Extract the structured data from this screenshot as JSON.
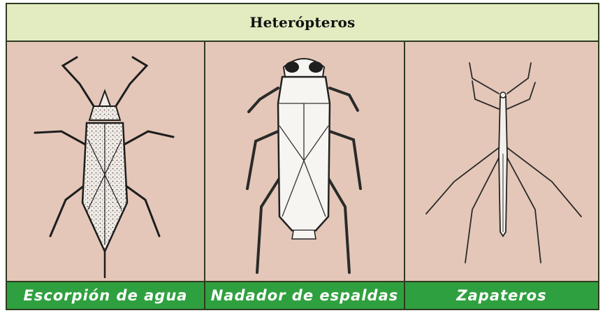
{
  "table": {
    "title": "Heterópteros",
    "columns": [
      {
        "caption": "Escorpión de agua",
        "image": "water-scorpion-drawing"
      },
      {
        "caption": "Nadador de espaldas",
        "image": "backswimmer-drawing"
      },
      {
        "caption": "Zapateros",
        "image": "water-strider-drawing"
      }
    ]
  },
  "colors": {
    "header_bg": "#e2ecc0",
    "cell_bg": "#e4c7b8",
    "caption_bg": "#2fa03f",
    "border": "#2e3b1f"
  }
}
